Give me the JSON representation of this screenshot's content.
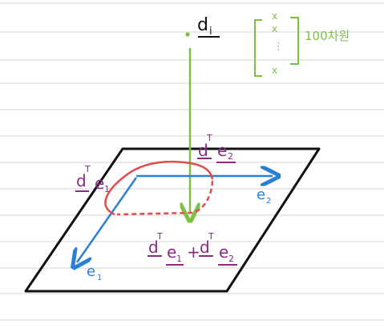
{
  "labels": {
    "point": "d",
    "point_sub": "i",
    "vector_entries": [
      "x",
      "x",
      "⋮",
      "x"
    ],
    "dims_note": "100차원",
    "proj_e1": "d",
    "proj_e1_sup": "T",
    "proj_e1_vec": "e",
    "proj_e1_vec_sub": "1",
    "proj_e2": "d",
    "proj_e2_sup": "T",
    "proj_e2_vec": "e",
    "proj_e2_vec_sub": "2",
    "axis_e1": "e",
    "axis_e1_sub": "1",
    "axis_e2": "e",
    "axis_e2_sub": "2",
    "sum_term1": "d",
    "sum_term1_sup": "T",
    "sum_term1_vec": "e",
    "sum_term1_vec_sub": "1",
    "sum_plus": "+",
    "sum_term2": "d",
    "sum_term2_sup": "T",
    "sum_term2_vec": "e",
    "sum_term2_vec_sub": "2"
  },
  "colors": {
    "green": "#7cc242",
    "purple": "#8a2a86",
    "blue": "#2a7fd6",
    "red": "#e04b4b",
    "black": "#111111",
    "rule": "#d4d4d8"
  }
}
